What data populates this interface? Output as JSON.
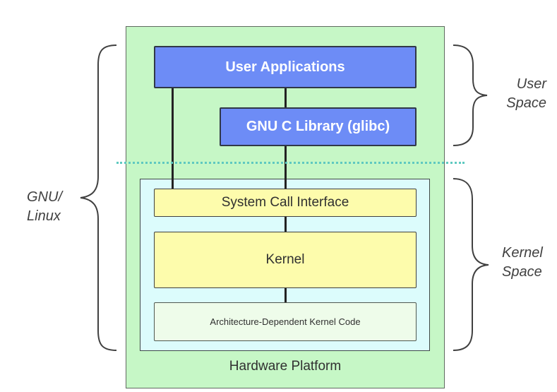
{
  "diagram": {
    "hardware_platform": "Hardware Platform",
    "user_applications": "User Applications",
    "glibc": "GNU C Library (glibc)",
    "system_call_interface": "System Call Interface",
    "kernel": "Kernel",
    "arch_code": "Architecture-Dependent Kernel Code",
    "labels": {
      "gnu_linux_line1": "GNU/",
      "gnu_linux_line2": "Linux",
      "user_space_line1": "User",
      "user_space_line2": "Space",
      "kernel_space_line1": "Kernel",
      "kernel_space_line2": "Space"
    },
    "colors": {
      "hardware": "#c6f7c6",
      "user_blocks": "#6d8cf6",
      "kernel_space": "#dcfcfc",
      "kernel_blocks": "#fdfcac",
      "arch_block": "#eefcea",
      "boundary_line": "#5fc9c0"
    }
  }
}
